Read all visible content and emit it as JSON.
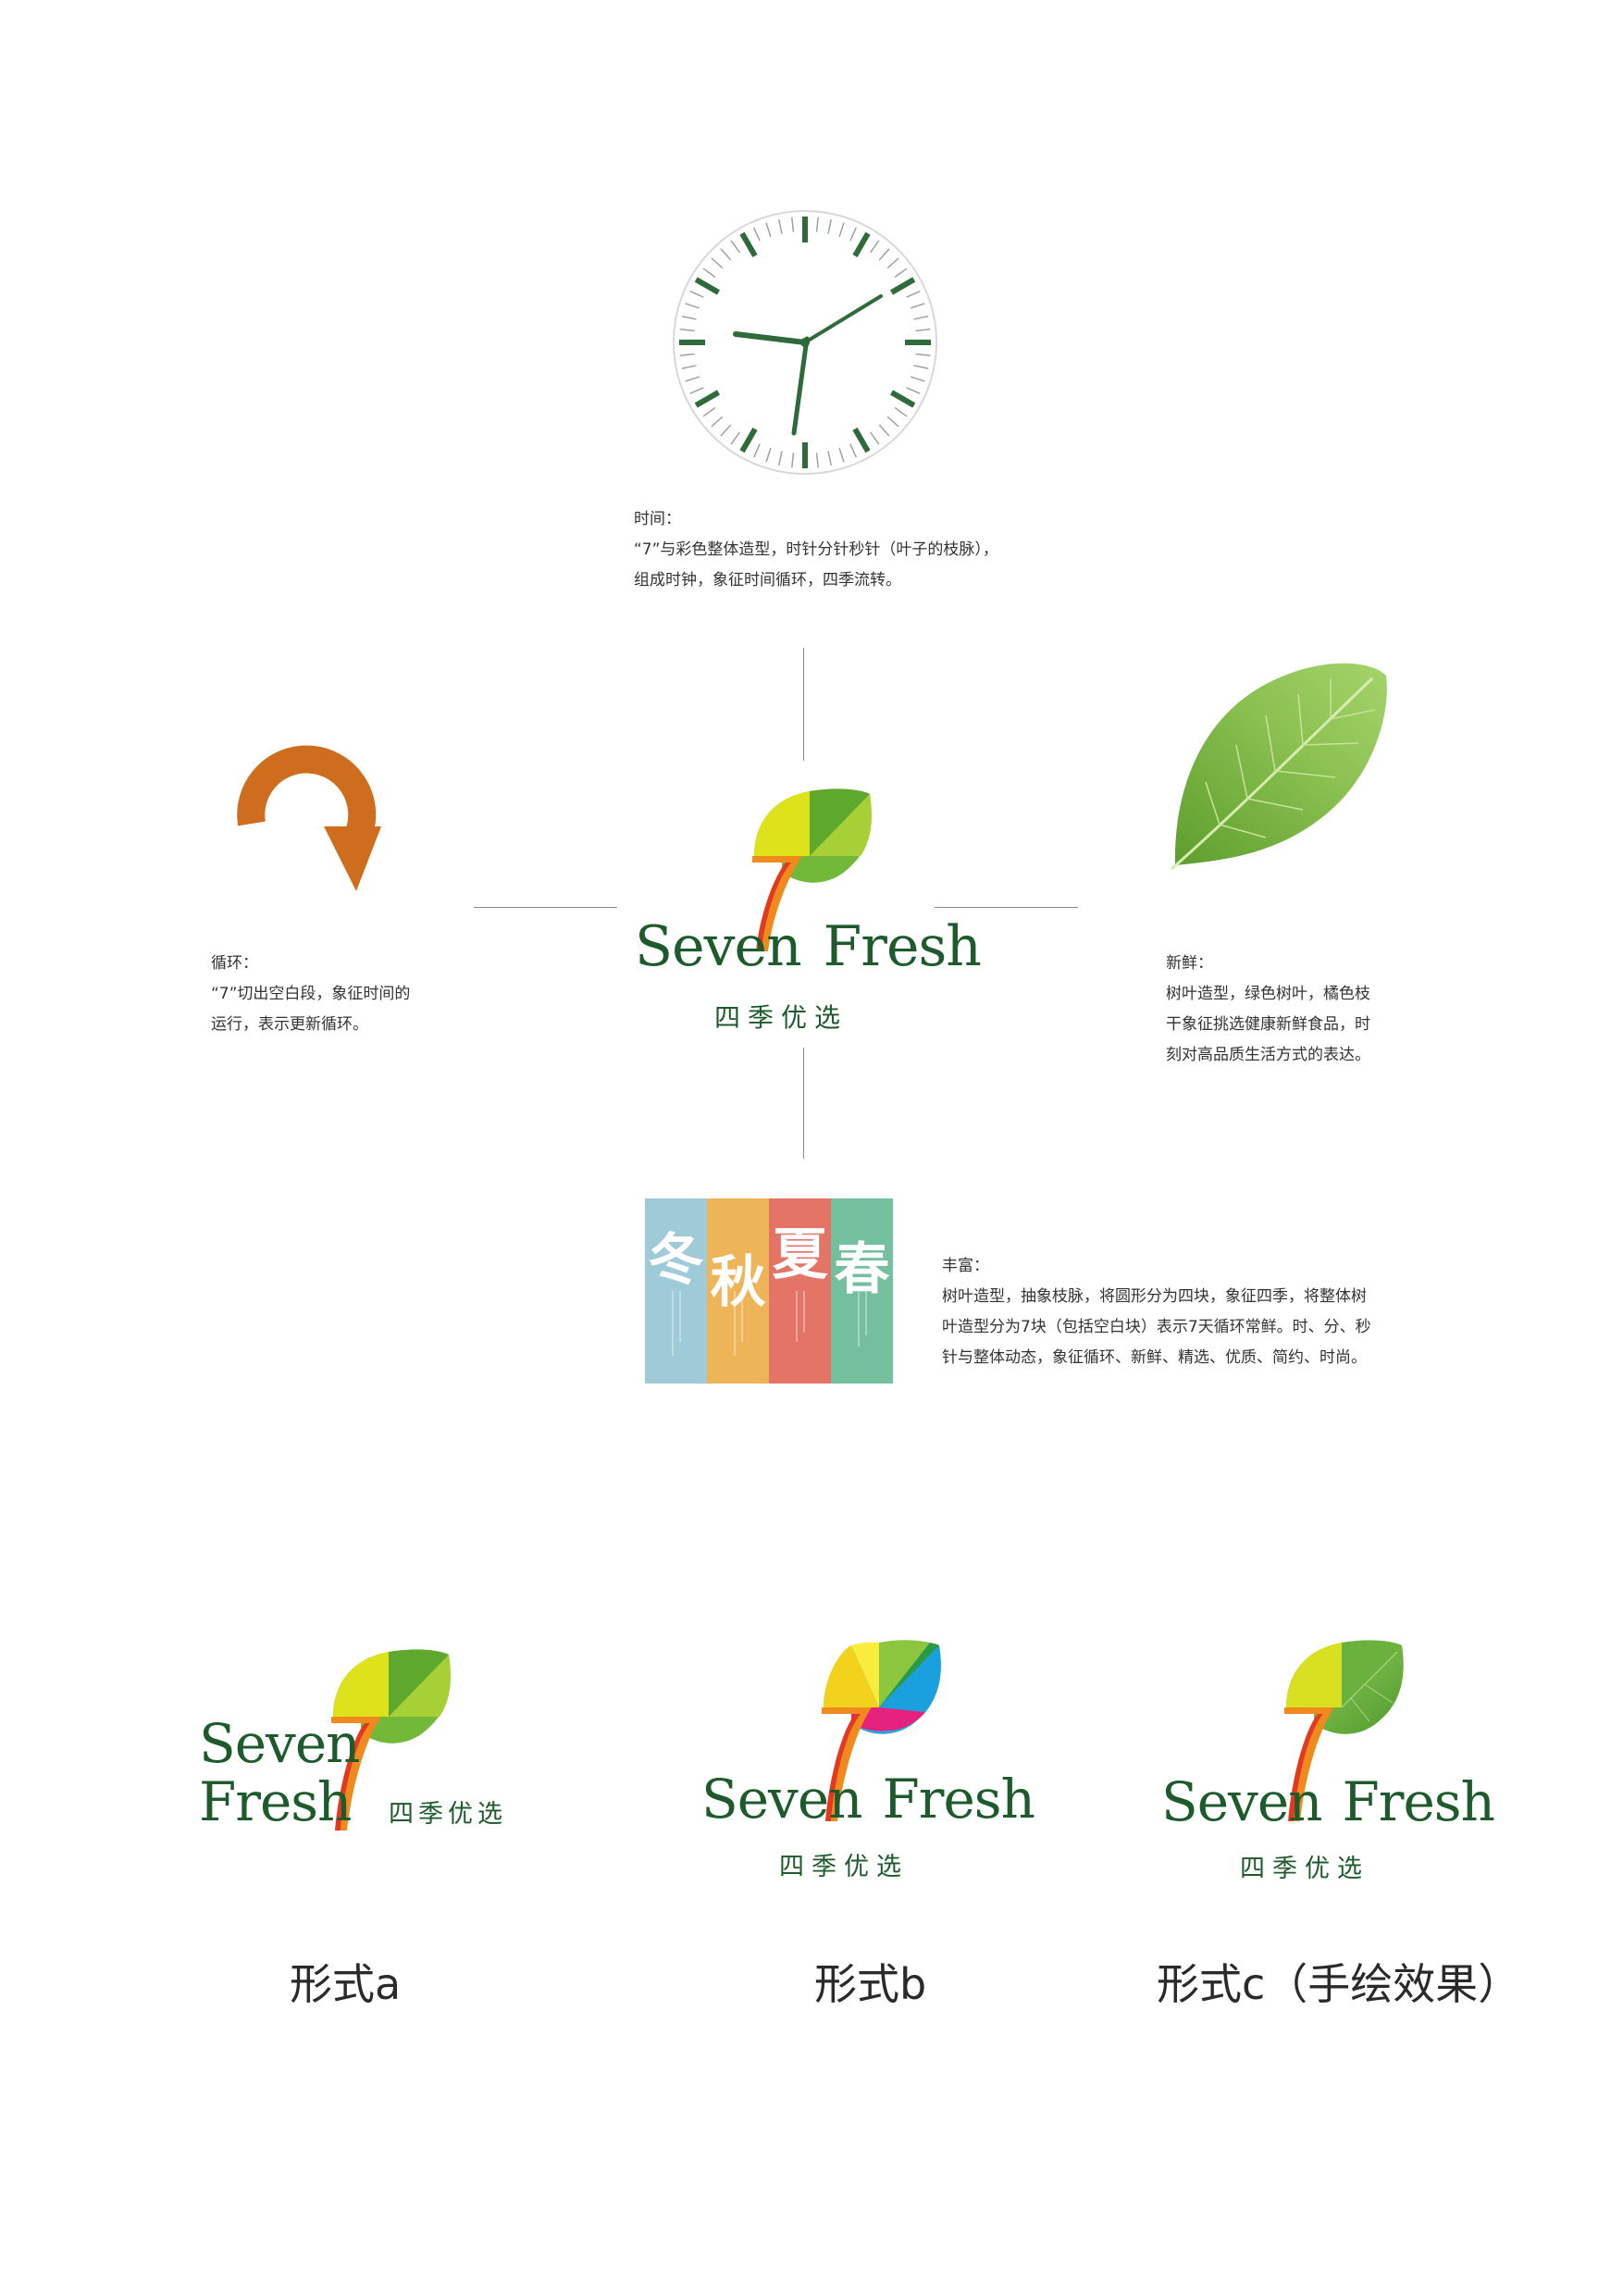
{
  "brand": {
    "name_seven": "Seven",
    "name_fresh": "Fresh",
    "subtitle": "四季优选",
    "colors": {
      "dark_green": "#1d5a2c",
      "leaf_green": "#72b839",
      "leaf_yellow": "#dde21a",
      "leaf_light": "#a7cf36",
      "stem_orange": "#f08a1c",
      "stem_red": "#e23a1f"
    }
  },
  "sections": {
    "time": {
      "title": "时间：",
      "lines": [
        "“7”与彩色整体造型，时针分针秒针（叶子的枝脉），",
        "组成时钟，象征时间循环，四季流转。"
      ]
    },
    "cycle": {
      "title": "循环：",
      "lines": [
        "“7”切出空白段，象征时间的",
        "运行，表示更新循环。"
      ]
    },
    "fresh": {
      "title": "新鲜：",
      "lines": [
        "树叶造型，绿色树叶，橘色枝",
        "干象征挑选健康新鲜食品，时",
        "刻对高品质生活方式的表达。"
      ]
    },
    "rich": {
      "title": "丰富：",
      "lines": [
        "树叶造型，抽象枝脉，将圆形分为四块，象征四季，将整体树",
        "叶造型分为7块（包括空白块）表示7天循环常鲜。时、分、秒",
        "针与整体动态，象征循环、新鲜、精选、优质、简约、时尚。"
      ]
    }
  },
  "seasons": [
    {
      "char": "冬",
      "color": "#9fcbd8"
    },
    {
      "char": "秋",
      "color": "#eeb458"
    },
    {
      "char": "夏",
      "color": "#e47465"
    },
    {
      "char": "春",
      "color": "#74bf9d"
    }
  ],
  "icons": {
    "clock": "clock-icon",
    "cycle": "cycle-arrow-icon",
    "leaf": "leaf-photo-icon"
  },
  "forms": [
    {
      "caption": "形式a"
    },
    {
      "caption": "形式b"
    },
    {
      "caption": "形式c（手绘效果）"
    }
  ]
}
